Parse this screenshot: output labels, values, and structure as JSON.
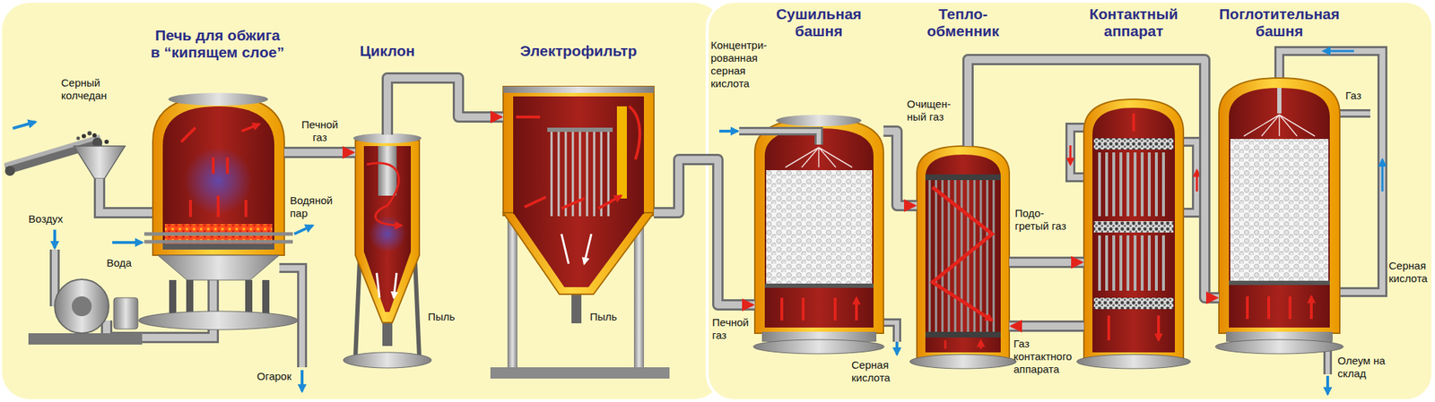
{
  "diagram": {
    "nodes": [
      {
        "text": [
          "Печь для обжига в “кипящем слое”"
        ]
      },
      {
        "text": [
          "Циклон"
        ]
      },
      {
        "text": [
          "Электрофильтр"
        ]
      },
      {
        "text": [
          "Сушильная башня"
        ]
      },
      {
        "text": [
          "Тепло-обменник"
        ]
      },
      {
        "text": [
          "Контактный аппарат"
        ]
      },
      {
        "text": [
          "Поглотительная башня"
        ]
      }
    ],
    "edges": [
      {
        "from": 0,
        "to": 1,
        "arrow": "to",
        "label": "Печной газ"
      },
      {
        "from": 1,
        "to": 2,
        "arrow": "to"
      },
      {
        "from": 2,
        "to": 3,
        "arrow": "to"
      },
      {
        "from": 3,
        "to": 4,
        "arrow": "to"
      },
      {
        "from": 4,
        "to": 5,
        "arrow": "to"
      },
      {
        "from": 5,
        "to": 4,
        "arrow": "to"
      },
      {
        "from": 4,
        "to": 6,
        "arrow": "to"
      }
    ],
    "labels": [
      "Серный колчедан",
      "Воздух",
      "Вода",
      "Водяной пар",
      "Огарок",
      "Пыль",
      "Пыль",
      "Концентри-рованная серная кислота",
      "Печной газ",
      "Очищен-ный газ",
      "Подо-гретый газ",
      "Серная кислота",
      "Газ контактного аппарата",
      "Газ",
      "Серная кислота",
      "Олеум на склад"
    ]
  }
}
